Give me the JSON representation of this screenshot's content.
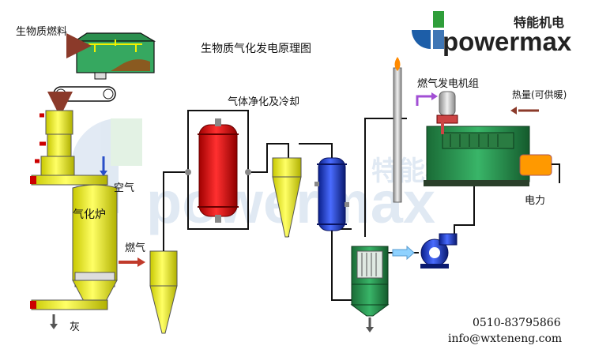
{
  "diagram": {
    "title": "生物质气化发电原理图",
    "labels": {
      "biomass_fuel": "生物质燃料",
      "air": "空气",
      "gasifier": "气化炉",
      "fuel_gas": "燃气",
      "ash": "灰",
      "gas_cleaning": "气体净化及冷却",
      "gas_genset": "燃气发电机组",
      "heat": "热量(可供暖)",
      "electricity": "电力"
    }
  },
  "brand": {
    "name_cn": "特能机电",
    "name_en": "powermax",
    "watermark_en": "powermax",
    "watermark_cn": "特能机电",
    "colors": {
      "blue": "#1d5ea8",
      "green": "#2f9e3a",
      "dark": "#222222"
    }
  },
  "contact": {
    "phone": "0510-83795866",
    "email": "info@wxteneng.com"
  },
  "colors": {
    "yellow": "#f2f200",
    "red": "#e60000",
    "blue": "#1e3fd0",
    "green": "#2b8f4e",
    "arrow_brown": "#8b3a2a"
  }
}
